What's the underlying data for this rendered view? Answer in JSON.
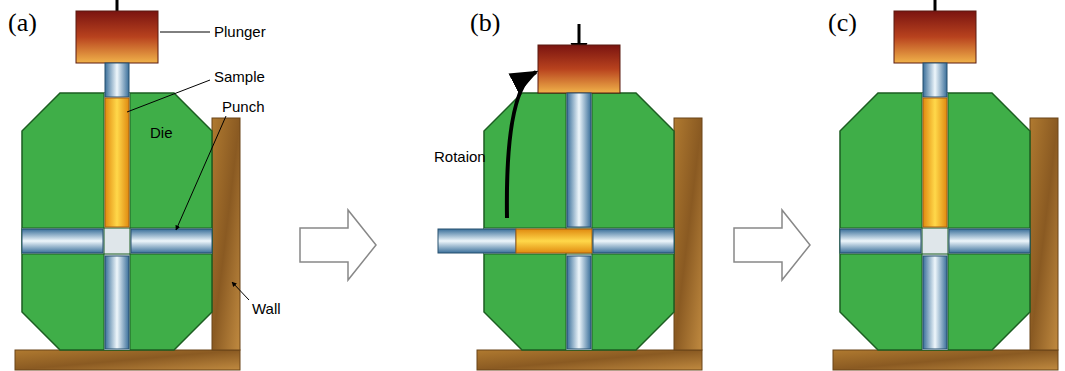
{
  "diagram": {
    "labels": [
      "(a)",
      "Plunger",
      "Sample",
      "Punch",
      "Die",
      "Wall",
      "(b)",
      "Rotaion",
      "(c)"
    ]
  }
}
